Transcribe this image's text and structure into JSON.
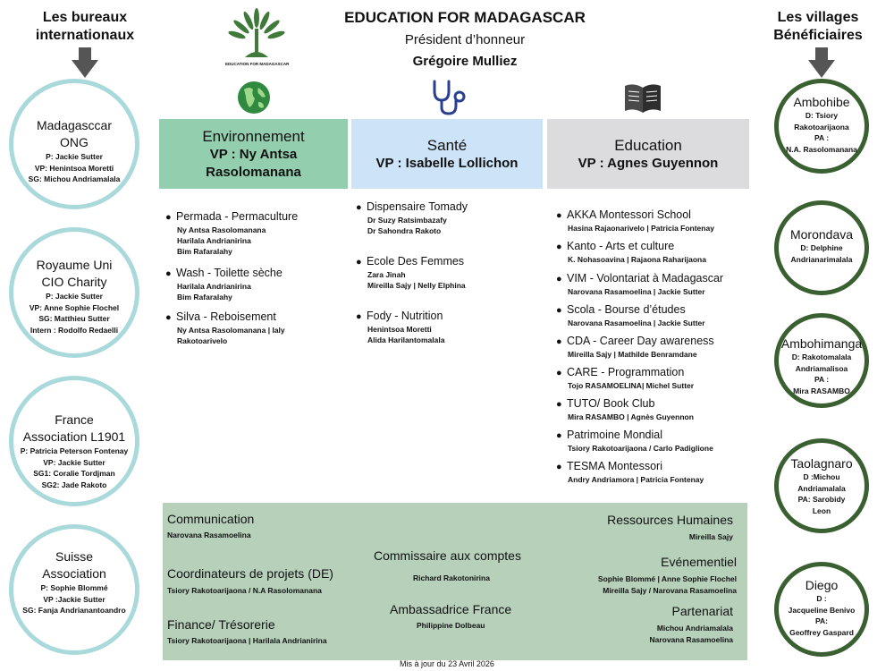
{
  "header": {
    "title": "EDUCATION FOR MADAGASCAR",
    "subtitle": "Président d’honneur",
    "president": "Grégoire Mulliez",
    "logo_text": "EDUCATION FOR MADAGASCAR"
  },
  "left_heading": [
    "Les bureaux",
    "internationaux"
  ],
  "right_heading": [
    "Les villages",
    "Bénéficiaires"
  ],
  "offices": [
    {
      "title": [
        "Madagasccar",
        "ONG"
      ],
      "lines": [
        "P: Jackie Sutter",
        "VP: Henintsoa Moretti",
        "SG: Michou Andriamalala"
      ]
    },
    {
      "title": [
        "Royaume Uni",
        "CIO Charity"
      ],
      "lines": [
        "P: Jackie Sutter",
        "VP: Anne Sophie Flochel",
        "SG: Matthieu Sutter",
        "Intern : Rodolfo Redaelli"
      ]
    },
    {
      "title": [
        "France",
        "Association L1901"
      ],
      "lines": [
        "P: Patricia Peterson Fontenay",
        "VP: Jackie Sutter",
        "SG1: Coralie Tordjman",
        "SG2: Jade Rakoto"
      ]
    },
    {
      "title": [
        "Suisse",
        "Association"
      ],
      "lines": [
        "P: Sophie Blommé",
        "VP :Jackie Sutter",
        "SG: Fanja Andrianantoandro"
      ]
    }
  ],
  "villages": [
    {
      "title": [
        "Ambohibe"
      ],
      "lines": [
        "D: Tsiory",
        "Rakotoarijaona",
        "PA :",
        "N.A. Rasolomanana"
      ]
    },
    {
      "title": [
        "Morondava"
      ],
      "lines": [
        "D: Delphine",
        "Andrianarimalala"
      ]
    },
    {
      "title": [
        "Ambohimanga"
      ],
      "lines": [
        "D: Rakotomalala",
        "Andriamalisoa",
        "PA :",
        "Mira RASAMBO"
      ]
    },
    {
      "title": [
        "Taolagnaro"
      ],
      "lines": [
        "D :Michou",
        "Andriamalala",
        "PA: Sarobidy",
        "Leon"
      ]
    },
    {
      "title": [
        "Diego"
      ],
      "lines": [
        "D :",
        "Jacqueline Benivo",
        "PA:",
        "Geoffrey Gaspard"
      ]
    }
  ],
  "pillars": [
    {
      "name": "Environnement",
      "vp": [
        "VP : Ny Antsa",
        "Rasolomanana"
      ],
      "color": "#93cfae",
      "items": [
        {
          "title": "Permada - Permaculture",
          "lines": [
            "Ny Antsa Rasolomanana",
            "Harilala Andrianirina",
            "Bim Rafaralahy"
          ]
        },
        {
          "title": "Wash - Toilette sèche",
          "lines": [
            "Harilala Andrianirina",
            "Bim Rafaralahy"
          ]
        },
        {
          "title": "Silva - Reboisement",
          "lines": [
            "Ny Antsa Rasolomanana | Ialy",
            "Rakotoarivelo"
          ]
        }
      ]
    },
    {
      "name": "Santé",
      "vp": [
        "VP : Isabelle Lollichon"
      ],
      "color": "#cde3f8",
      "items": [
        {
          "title": "Dispensaire Tomady",
          "lines": [
            "Dr Suzy  Ratsimbazafy",
            "Dr Sahondra Rakoto"
          ]
        },
        {
          "title": "Ecole Des Femmes",
          "lines": [
            "Zara Jinah",
            "Mireilla Sajy | Nelly Elphina"
          ]
        },
        {
          "title": "Fody - Nutrition",
          "lines": [
            "Henintsoa Moretti",
            "Alida Harilantomalala"
          ]
        }
      ]
    },
    {
      "name": "Education",
      "vp": [
        "VP : Agnes Guyennon"
      ],
      "color": "#dcdcde",
      "items": [
        {
          "title": "AKKA Montessori School",
          "lines": [
            "Hasina Rajaonarivelo | Patricia Fontenay"
          ]
        },
        {
          "title": "Kanto - Arts et culture",
          "lines": [
            "K. Nohasoavina | Rajaona Raharijaona"
          ]
        },
        {
          "title": "VIM - Volontariat à Madagascar",
          "lines": [
            "Narovana Rasamoelina | Jackie Sutter"
          ]
        },
        {
          "title": "Scola - Bourse d’études",
          "lines": [
            "Narovana Rasamoelina | Jackie Sutter"
          ]
        },
        {
          "title": "CDA - Career Day awareness",
          "lines": [
            "Mireilla Sajy | Mathilde Benramdane"
          ]
        },
        {
          "title": "CARE - Programmation",
          "lines": [
            "Tojo RASAMOELINA| Michel Sutter"
          ]
        },
        {
          "title": "TUTO/ Book Club",
          "lines": [
            "Mira RASAMBO | Agnès Guyennon"
          ]
        },
        {
          "title": "Patrimoine Mondial",
          "lines": [
            "Tsiory Rakotoarijaona / Carlo Padiglione"
          ]
        },
        {
          "title": "TESMA Montessori",
          "lines": [
            "Andry Andriamora | Patricia Fontenay"
          ]
        }
      ]
    }
  ],
  "support": {
    "communication": {
      "title": "Communication",
      "lines": [
        "Narovana Rasamoelina"
      ]
    },
    "coordinateurs": {
      "title": "Coordinateurs de projets (DE)",
      "lines": [
        "Tsiory Rakotoarijaona / N.A Rasolomanana"
      ]
    },
    "finance": {
      "title": "Finance/ Trésorerie",
      "lines": [
        "Tsiory Rakotoarijaona | Harilala Andrianirina"
      ]
    },
    "commissaire": {
      "title": "Commissaire aux comptes",
      "lines": [
        "Richard Rakotonirina"
      ]
    },
    "ambassadrice": {
      "title": "Ambassadrice France",
      "lines": [
        "Philippine Dolbeau"
      ]
    },
    "rh": {
      "title": "Ressources Humaines",
      "lines": [
        "Mireilla  Sajy"
      ]
    },
    "evenementiel": {
      "title": "Evénementiel",
      "lines": [
        "Sophie Blommé | Anne Sophie Flochel",
        "Mireilla Sajy / Narovana Rasamoelina"
      ]
    },
    "partenariat": {
      "title": "Partenariat",
      "lines": [
        "Michou Andriamalala",
        "Narovana Rasamoelina"
      ]
    }
  },
  "footer": "Mis à jour du 23 Avril 2026",
  "icons": {
    "logo": "palm-tree-logo",
    "environment": "globe-icon",
    "health": "stethoscope-icon",
    "education": "book-icon"
  }
}
